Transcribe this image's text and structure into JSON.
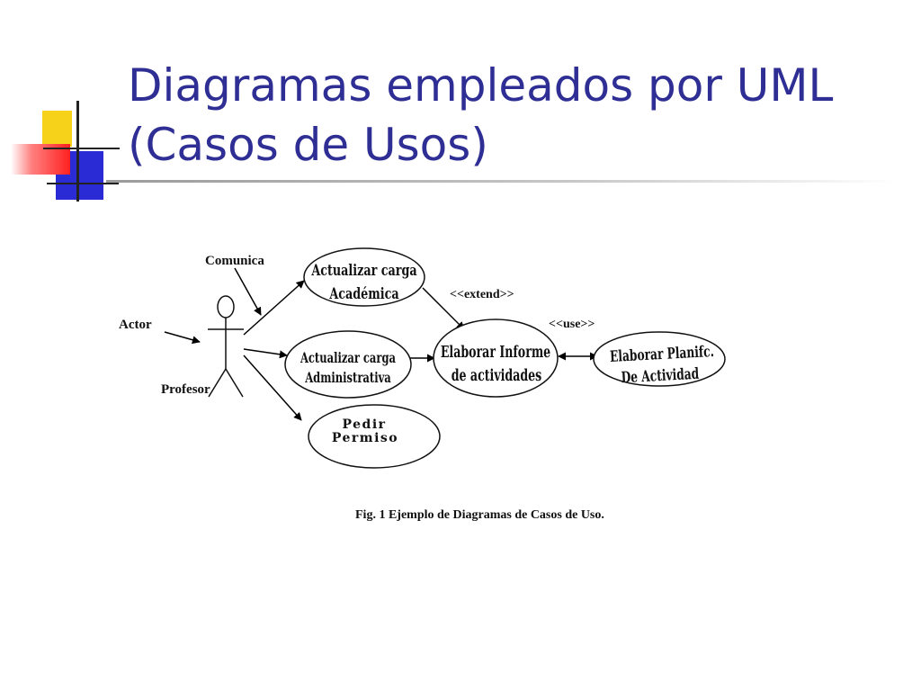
{
  "slide": {
    "title": "Diagramas empleados por UML\n(Casos de Usos)"
  },
  "diagram": {
    "labels": {
      "comunica": "Comunica",
      "actor": "Actor",
      "profesor": "Profesor",
      "extend": "<<extend>>",
      "use": "<<use>>"
    },
    "use_cases": {
      "academica": {
        "line1": "Actualizar carga",
        "line2": "Académica"
      },
      "administrativa": {
        "line1": "Actualizar carga",
        "line2": "Administrativa"
      },
      "permiso": {
        "line1": "Pedir",
        "line2": "Permiso"
      },
      "informe": {
        "line1": "Elaborar Informe",
        "line2": "de actividades"
      },
      "planific": {
        "line1": "Elaborar Planifc.",
        "line2": "De Actividad"
      }
    },
    "caption": "Fig. 1 Ejemplo de Diagramas de Casos de Uso."
  }
}
